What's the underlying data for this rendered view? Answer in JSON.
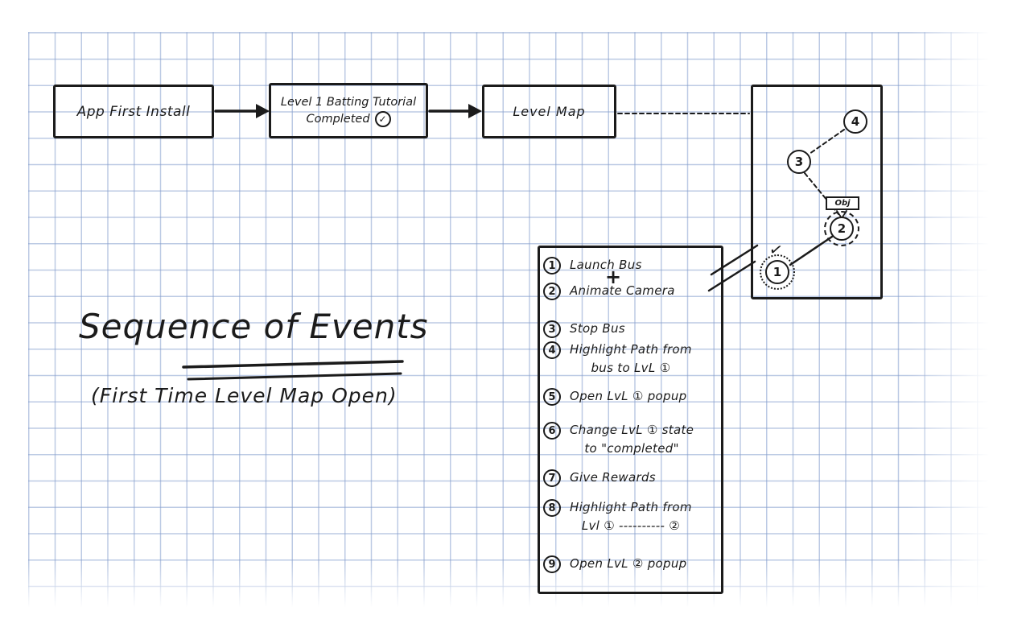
{
  "colors": {
    "background": "#ffffff",
    "ink": "#1b1b1b",
    "grid_blue": "#859ecd"
  },
  "flow": {
    "box1_label": "App First Install",
    "box2_line1": "Level 1 Batting Tutorial",
    "box2_line2": "Completed",
    "box2_check": "✓",
    "box3_label": "Level Map"
  },
  "map": {
    "obj_label": "Obj",
    "check": "✓",
    "nodes": [
      {
        "label": "1"
      },
      {
        "label": "2"
      },
      {
        "label": "3"
      },
      {
        "label": "4"
      }
    ]
  },
  "title": {
    "text": "Sequence of Events",
    "subtitle": "(First Time Level Map Open)"
  },
  "plus": "+",
  "events": [
    {
      "num": "1",
      "line1": "Launch Bus"
    },
    {
      "num": "2",
      "line1": "Animate Camera"
    },
    {
      "num": "3",
      "line1": "Stop Bus"
    },
    {
      "num": "4",
      "line1": "Highlight Path from",
      "line2": "bus to LvL ①"
    },
    {
      "num": "5",
      "line1": "Open LvL ① popup"
    },
    {
      "num": "6",
      "line1": "Change LvL ① state",
      "line2": "to \"completed\""
    },
    {
      "num": "7",
      "line1": "Give Rewards"
    },
    {
      "num": "8",
      "line1": "Highlight Path from",
      "line2": "Lvl ① ---------- ②"
    },
    {
      "num": "9",
      "line1": "Open LvL ② popup"
    }
  ]
}
